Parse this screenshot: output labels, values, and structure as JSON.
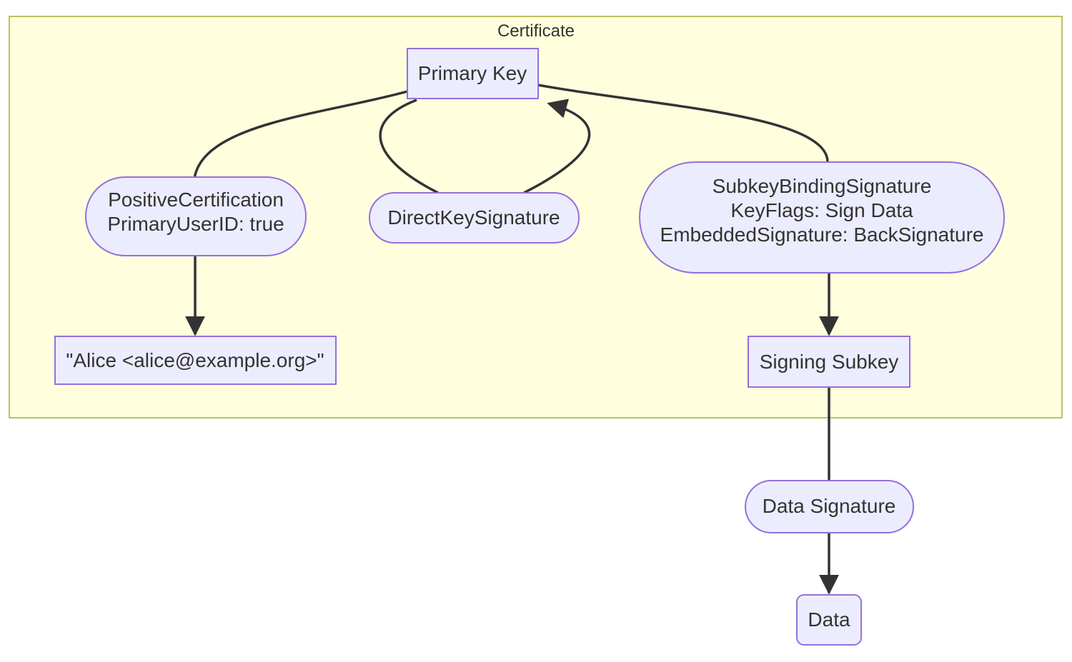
{
  "diagram": {
    "type": "flowchart",
    "cluster_label": "Certificate",
    "nodes": {
      "primary_key": {
        "label": "Primary Key",
        "shape": "rect"
      },
      "positive_certification": {
        "shape": "stadium",
        "lines": [
          "PositiveCertification",
          "PrimaryUserID: true"
        ]
      },
      "direct_key_signature": {
        "label": "DirectKeySignature",
        "shape": "stadium"
      },
      "subkey_binding_signature": {
        "shape": "stadium",
        "lines": [
          "SubkeyBindingSignature",
          "KeyFlags: Sign Data",
          "EmbeddedSignature: BackSignature"
        ]
      },
      "user_id": {
        "label": "\"Alice <alice@example.org>\"",
        "shape": "rect"
      },
      "signing_subkey": {
        "label": "Signing Subkey",
        "shape": "rect"
      },
      "data_signature": {
        "label": "Data Signature",
        "shape": "stadium"
      },
      "data": {
        "label": "Data",
        "shape": "rounded-rect"
      }
    },
    "edges": [
      {
        "from": "Primary Key",
        "to": "PositiveCertification",
        "arrow": false
      },
      {
        "from": "PositiveCertification",
        "to": "\"Alice <alice@example.org>\"",
        "arrow": true
      },
      {
        "from": "Primary Key",
        "to": "DirectKeySignature",
        "arrow": false
      },
      {
        "from": "DirectKeySignature",
        "to": "Primary Key",
        "arrow": true
      },
      {
        "from": "Primary Key",
        "to": "SubkeyBindingSignature",
        "arrow": false
      },
      {
        "from": "SubkeyBindingSignature",
        "to": "Signing Subkey",
        "arrow": true
      },
      {
        "from": "Signing Subkey",
        "to": "Data Signature",
        "arrow": false
      },
      {
        "from": "Data Signature",
        "to": "Data",
        "arrow": true
      }
    ],
    "colors": {
      "node_fill": "#ECECFF",
      "node_border": "#9370DB",
      "cluster_fill": "#ffffde",
      "cluster_border": "#aaaa33",
      "edge": "#333333",
      "text": "#333333",
      "background": "#ffffff"
    }
  }
}
